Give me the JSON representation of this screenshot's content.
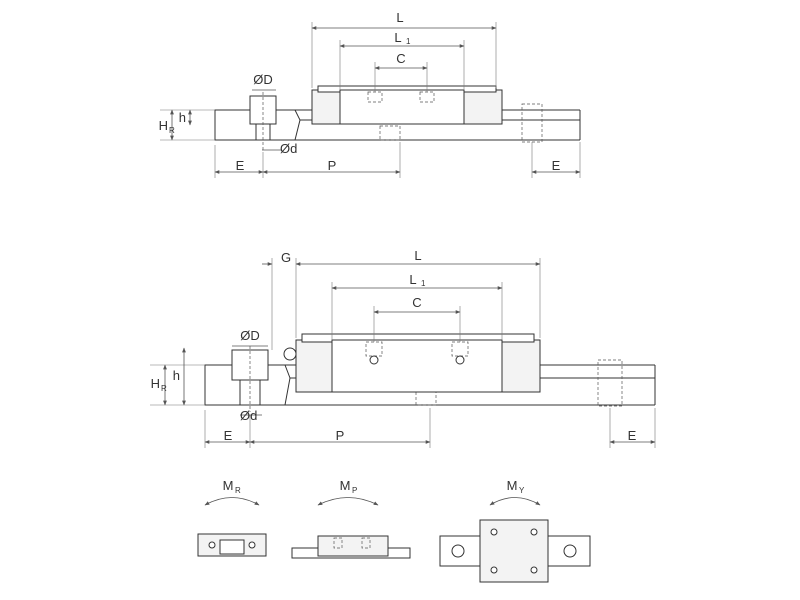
{
  "top_view": {
    "L": "L",
    "L1": "L",
    "L1_sub": "1",
    "C": "C",
    "H": "H",
    "H_sub": "R",
    "h": "h",
    "D": "ØD",
    "d": "Ød",
    "E_left": "E",
    "P": "P",
    "E_right": "E"
  },
  "bottom_view": {
    "G": "G",
    "L": "L",
    "L1": "L",
    "L1_sub": "1",
    "C": "C",
    "H": "H",
    "H_sub": "R",
    "h": "h",
    "D": "ØD",
    "d": "Ød",
    "E_left": "E",
    "P": "P",
    "E_right": "E"
  },
  "moments": {
    "mr": "M",
    "mr_sub": "R",
    "mp": "M",
    "mp_sub": "P",
    "my": "M",
    "my_sub": "Y"
  }
}
